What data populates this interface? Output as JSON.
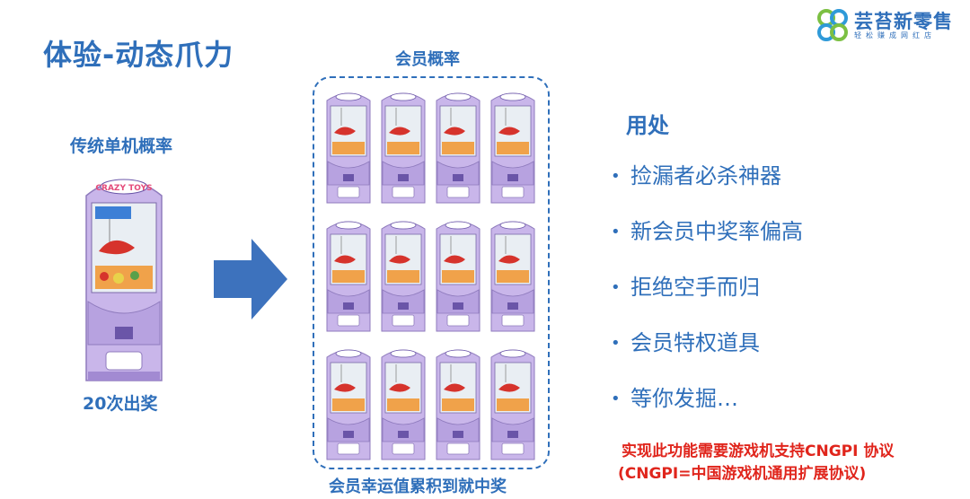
{
  "slide": {
    "title": "体验-动态爪力",
    "logo": {
      "name": "芸苔新零售",
      "tagline": "轻松赚成网红店"
    },
    "left": {
      "label": "传统单机概率",
      "count": "20次出奖"
    },
    "center": {
      "label": "会员概率",
      "footer": "会员幸运值累积到就中奖",
      "machine_rows": 3,
      "machine_cols": 4
    },
    "right": {
      "heading": "用处",
      "bullet": "•",
      "items": [
        "捡漏者必杀神器",
        "新会员中奖率偏高",
        "拒绝空手而归",
        "会员特权道具",
        "等你发掘…"
      ]
    },
    "note": {
      "line1": "实现此功能需要游戏机支持CNGPI 协议",
      "line2": "(CNGPI=中国游戏机通用扩展协议)"
    }
  },
  "colors": {
    "accent": "#2f6fba",
    "note": "#e0251c",
    "machine": "#c9b6ea",
    "logo_green": "#7cc043"
  }
}
